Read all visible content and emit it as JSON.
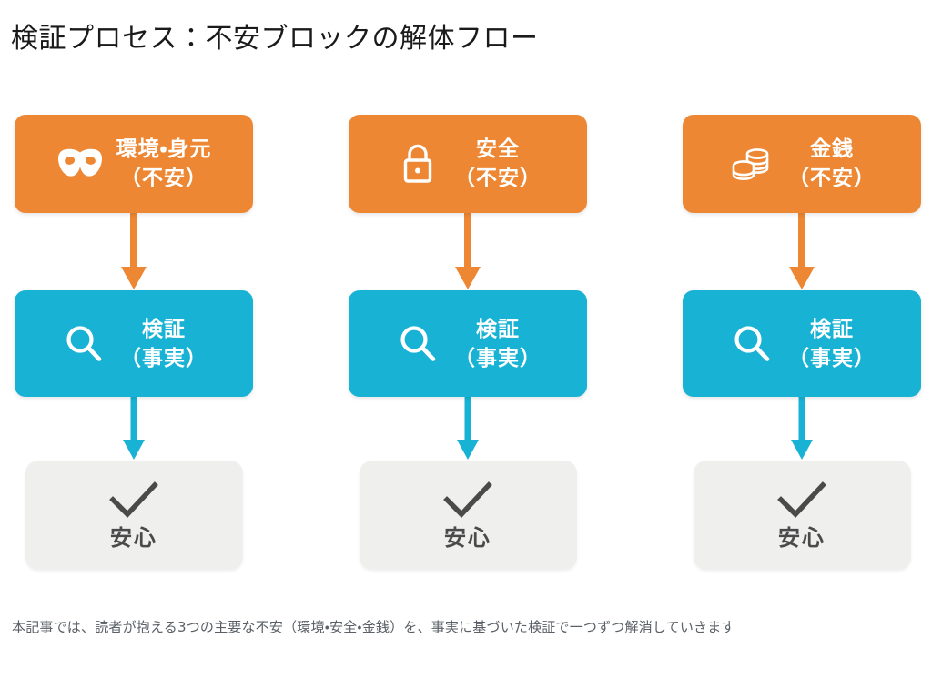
{
  "page": {
    "title": "検証プロセス：不安ブロックの解体フロー",
    "caption": "本記事では、読者が抱える3つの主要な不安（環境・安全・金銭）を、事実に基づいた検証で一つずつ解消していきます",
    "background": "#ffffff",
    "title_color": "#1a1a1a",
    "caption_color": "#5a6066"
  },
  "colors": {
    "worry": "#ed8733",
    "verify": "#17b2d4",
    "result": "#efefee",
    "result_text": "#4a4a4a",
    "arrow_worry": "#ed8733",
    "arrow_verify": "#17b2d4"
  },
  "columns": [
    {
      "worry": {
        "icon": "mask-icon",
        "title": "環境・身元",
        "sub": "（不安）"
      },
      "arrow_top": "arrow-down-orange-icon",
      "verify": {
        "icon": "magnifier-icon",
        "title": "検証",
        "sub": "（事実）"
      },
      "arrow_bottom": "arrow-down-blue-icon",
      "result": {
        "icon": "check-icon",
        "label": "安心"
      }
    },
    {
      "worry": {
        "icon": "lock-icon",
        "title": "安全",
        "sub": "（不安）"
      },
      "arrow_top": "arrow-down-orange-icon",
      "verify": {
        "icon": "magnifier-icon",
        "title": "検証",
        "sub": "（事実）"
      },
      "arrow_bottom": "arrow-down-blue-icon",
      "result": {
        "icon": "check-icon",
        "label": "安心"
      }
    },
    {
      "worry": {
        "icon": "coins-icon",
        "title": "金銭",
        "sub": "（不安）"
      },
      "arrow_top": "arrow-down-orange-icon",
      "verify": {
        "icon": "magnifier-icon",
        "title": "検証",
        "sub": "（事実）"
      },
      "arrow_bottom": "arrow-down-blue-icon",
      "result": {
        "icon": "check-icon",
        "label": "安心"
      }
    }
  ]
}
